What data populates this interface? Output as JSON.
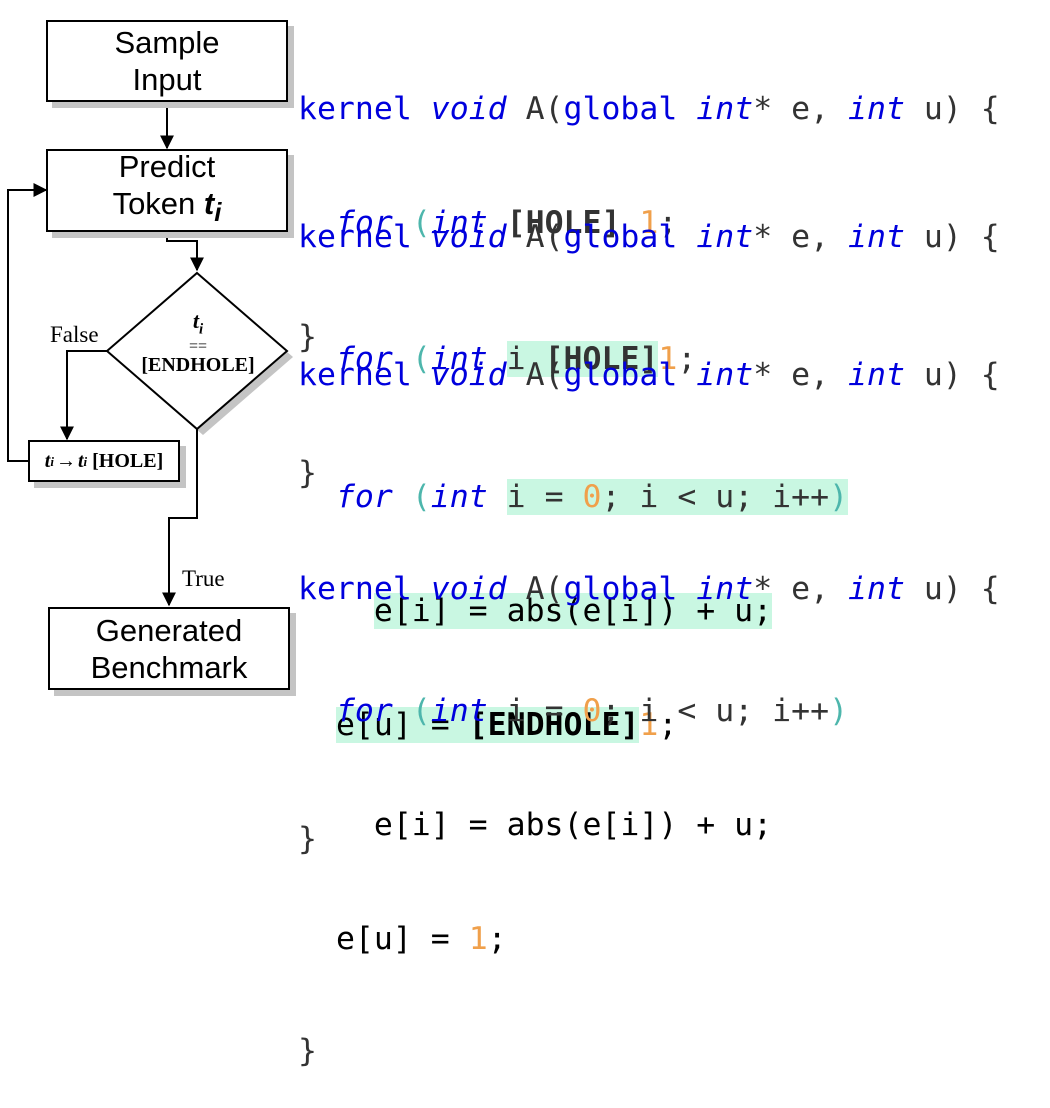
{
  "flowchart": {
    "sample_input": [
      "Sample",
      "Input"
    ],
    "predict_token": "Predict",
    "predict_token_2": "Token",
    "token_var": "t",
    "token_sub": "i",
    "decision_eq": "==",
    "decision_endhole": "[ENDHOLE]",
    "replace_arrow": "→",
    "replace_hole": "[HOLE]",
    "false_label": "False",
    "true_label": "True",
    "generated_benchmark": [
      "Generated",
      "Benchmark"
    ]
  },
  "code": {
    "kernel": "kernel",
    "void": "void",
    "fn_name": "A(",
    "global": "global",
    "int": "int",
    "star_e": "* e,",
    "u_open": "u) {",
    "close_brace": "}",
    "for": "for",
    "paren": "(",
    "hole": "[HOLE]",
    "endhole": "[ENDHOLE]",
    "one": "1",
    "semi": ";",
    "i": "i",
    "init_eq": "i = ",
    "zero": "0",
    "cond": "; i < u; i++",
    "close_paren": ")",
    "body_stmt": "e[i] = abs(e[i]) + u;",
    "assign": "e[u] = "
  },
  "colors": {
    "keyword": "#0000dd",
    "paren_teal": "#4db6ac",
    "number": "#f0a04b",
    "highlight": "#c9f7e2",
    "shadow": "#c4c4c4"
  }
}
